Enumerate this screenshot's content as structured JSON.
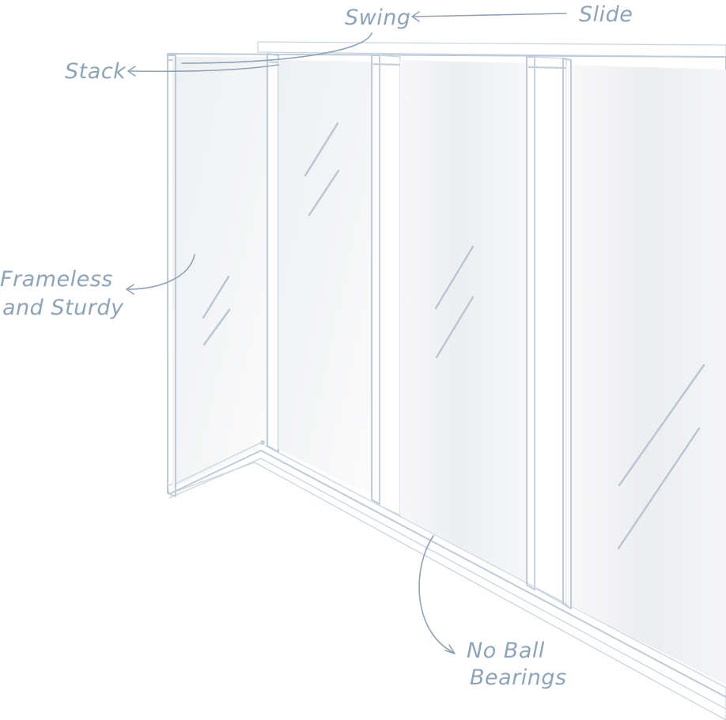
{
  "annotations": {
    "swing": "Swing",
    "slide": "Slide",
    "stack": "Stack",
    "frameless_line1": "Frameless",
    "frameless_line2": "and Sturdy",
    "bearings_line1": "No Ball",
    "bearings_line2": "Bearings"
  },
  "colors": {
    "annotation": "#8fa3b6",
    "frame": "#bfcbd8",
    "glass": "#f2f3f4"
  }
}
